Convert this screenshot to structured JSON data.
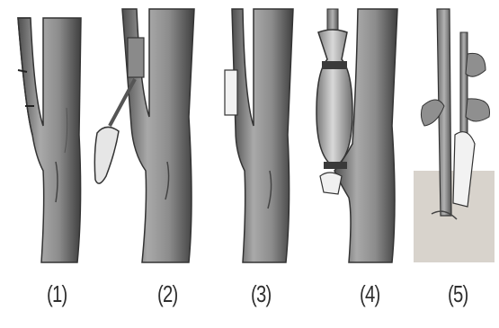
{
  "panels": [
    {
      "label": "(1)",
      "depicts": "trunk and branch with bark ring cut"
    },
    {
      "label": "(2)",
      "depicts": "bark strip being peeled with a knife"
    },
    {
      "label": "(3)",
      "depicts": "branch with bark ring removed"
    },
    {
      "label": "(4)",
      "depicts": "plastic bag with soil wrapped around branch"
    },
    {
      "label": "(5)",
      "depicts": "rooted branch planted in soil"
    }
  ],
  "colors": {
    "bark_light": "#b8b8b8",
    "bark_dark": "#5a5a5a",
    "bark_outline": "#333333",
    "soil": "#d8d3cc",
    "bag": "#c9c9c9",
    "leaf": "#8f8f8f"
  }
}
